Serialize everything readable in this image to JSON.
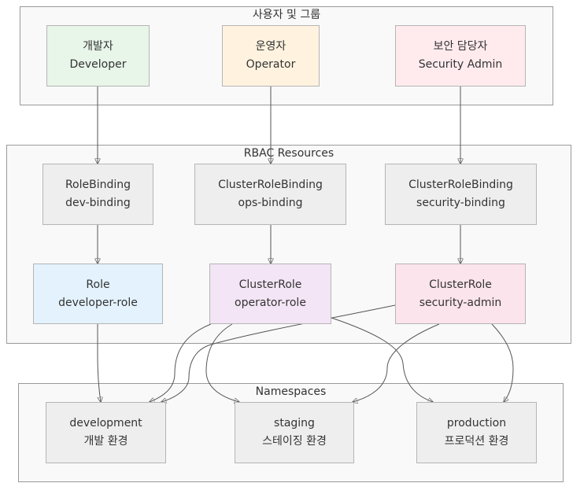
{
  "clusters": {
    "users": {
      "title": "사용자 및 그룹"
    },
    "rbac": {
      "title": "RBAC Resources"
    },
    "namespaces": {
      "title": "Namespaces"
    }
  },
  "nodes": {
    "developer": {
      "line1": "개발자",
      "line2": "Developer",
      "fill": "#e8f5e9"
    },
    "operator": {
      "line1": "운영자",
      "line2": "Operator",
      "fill": "#fff3e0"
    },
    "security": {
      "line1": "보안 담당자",
      "line2": "Security Admin",
      "fill": "#ffebee"
    },
    "dev_binding": {
      "line1": "RoleBinding",
      "line2": "dev-binding",
      "fill": "#eeeeee"
    },
    "ops_binding": {
      "line1": "ClusterRoleBinding",
      "line2": "ops-binding",
      "fill": "#eeeeee"
    },
    "sec_binding": {
      "line1": "ClusterRoleBinding",
      "line2": "security-binding",
      "fill": "#eeeeee"
    },
    "dev_role": {
      "line1": "Role",
      "line2": "developer-role",
      "fill": "#e3f2fd"
    },
    "ops_role": {
      "line1": "ClusterRole",
      "line2": "operator-role",
      "fill": "#f3e5f5"
    },
    "sec_role": {
      "line1": "ClusterRole",
      "line2": "security-admin",
      "fill": "#fce4ec"
    },
    "development": {
      "line1": "development",
      "line2": "개발 환경",
      "fill": "#eeeeee"
    },
    "staging": {
      "line1": "staging",
      "line2": "스테이징 환경",
      "fill": "#eeeeee"
    },
    "production": {
      "line1": "production",
      "line2": "프로덕션 환경",
      "fill": "#eeeeee"
    }
  },
  "edges": [
    [
      "developer",
      "dev_binding"
    ],
    [
      "operator",
      "ops_binding"
    ],
    [
      "security",
      "sec_binding"
    ],
    [
      "dev_binding",
      "dev_role"
    ],
    [
      "ops_binding",
      "ops_role"
    ],
    [
      "sec_binding",
      "sec_role"
    ],
    [
      "dev_role",
      "development"
    ],
    [
      "ops_role",
      "development"
    ],
    [
      "ops_role",
      "staging"
    ],
    [
      "ops_role",
      "production"
    ],
    [
      "sec_role",
      "development"
    ],
    [
      "sec_role",
      "staging"
    ],
    [
      "sec_role",
      "production"
    ]
  ]
}
